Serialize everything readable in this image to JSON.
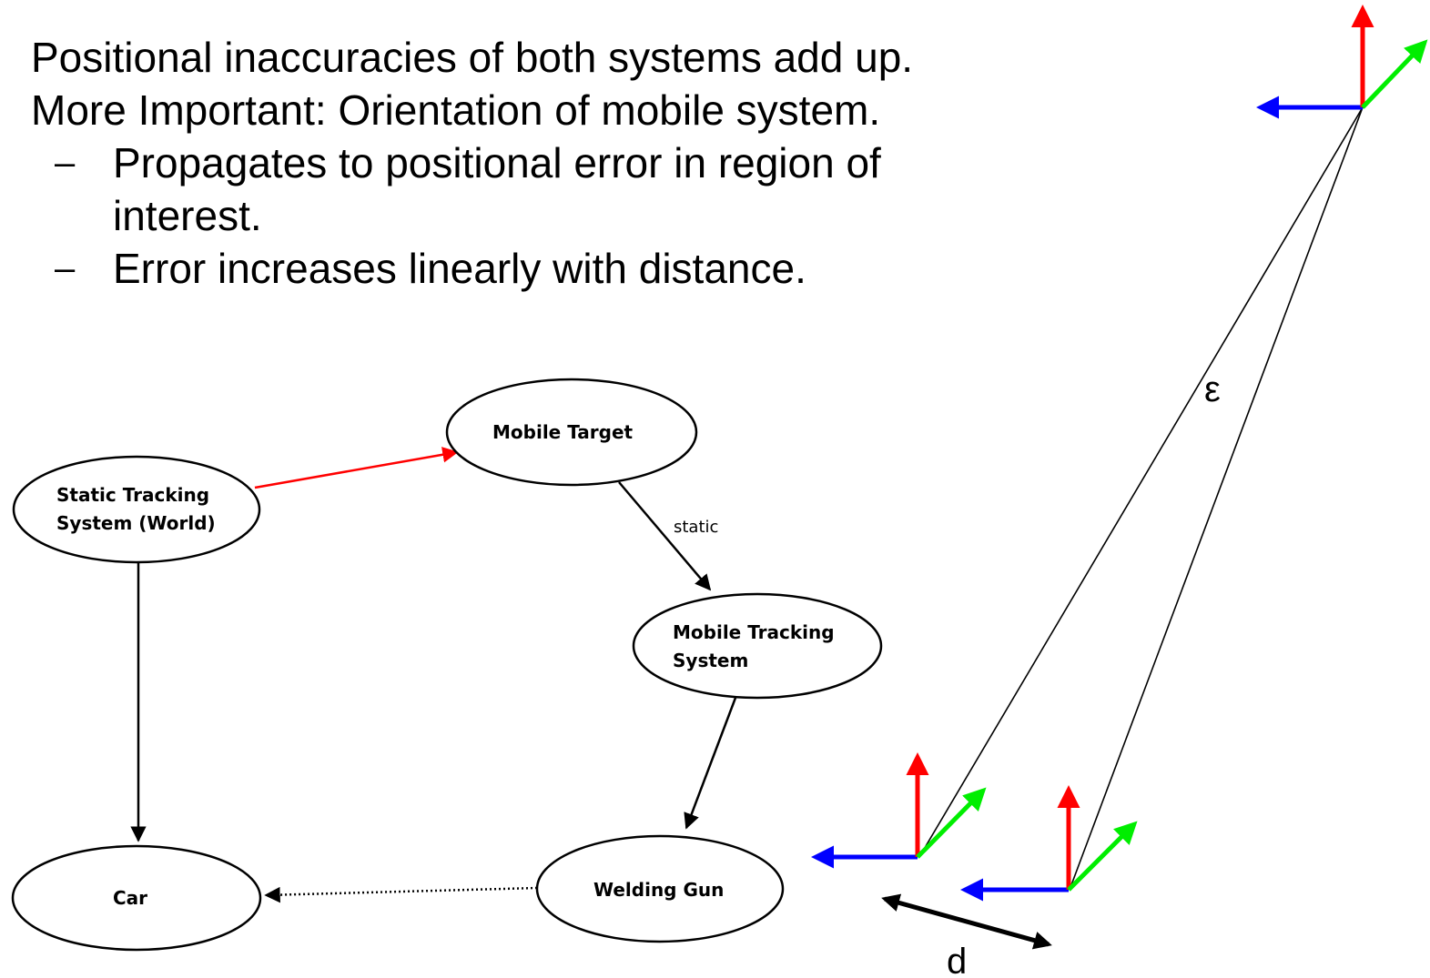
{
  "bullets": {
    "line1": "Positional inaccuracies of both systems add up.",
    "line2": "More Important: Orientation of mobile system.",
    "dash": "–",
    "sub1a": "Propagates to positional error in region of",
    "sub1b": "interest.",
    "sub2": "Error increases linearly with distance."
  },
  "graph": {
    "nodes": {
      "static_tracking_line1": "Static Tracking",
      "static_tracking_line2": "System (World)",
      "mobile_target": "Mobile Target",
      "mobile_tracking_line1": "Mobile Tracking",
      "mobile_tracking_line2": "System",
      "welding_gun": "Welding Gun",
      "car": "Car"
    },
    "edge_label_static": "static",
    "colors": {
      "highlight_edge": "#ff0000",
      "edge": "#000000"
    }
  },
  "error_figure": {
    "epsilon_label": "ε",
    "distance_label": "d",
    "axis_colors": {
      "x": "#0000ff",
      "y": "#00ee00",
      "z": "#ff0000"
    }
  }
}
